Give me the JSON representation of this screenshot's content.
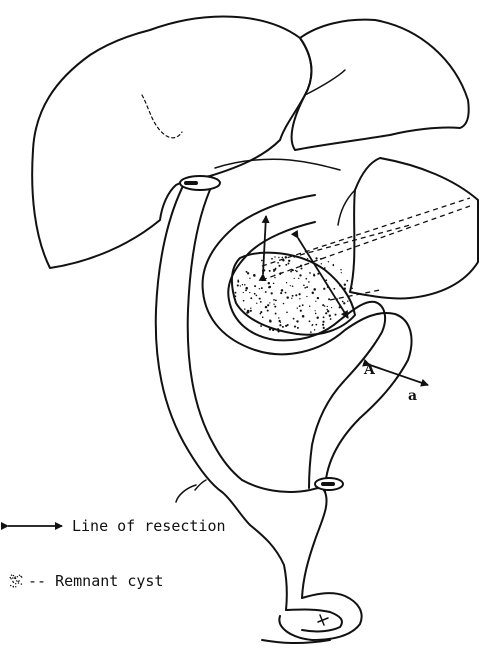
{
  "diagram": {
    "markers": {
      "upper": "A",
      "lower": "a"
    },
    "legend": {
      "resection_label": "Line of resection",
      "remnant_label": "-- Remnant cyst"
    }
  },
  "colors": {
    "ink": "#111111",
    "paper": "#ffffff"
  }
}
